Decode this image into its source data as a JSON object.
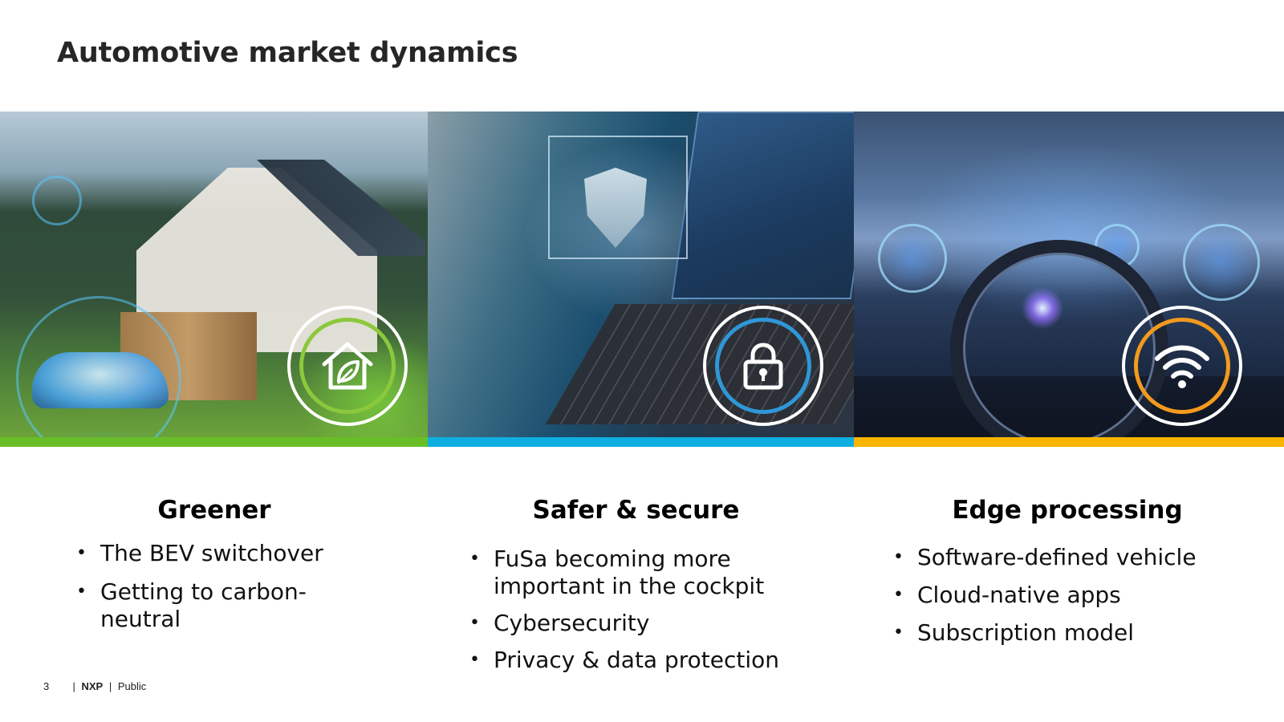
{
  "slide": {
    "title": "Automotive market dynamics",
    "page_number": "3",
    "footer_sep": "|",
    "footer_brand": "NXP",
    "footer_class": "Public"
  },
  "colors": {
    "green": "#69be28",
    "blue": "#0eafe0",
    "orange": "#f9b500"
  },
  "columns": [
    {
      "title": "Greener",
      "icon": "house-leaf-icon",
      "bullets": [
        "The BEV switchover",
        "Getting to carbon-neutral"
      ]
    },
    {
      "title": "Safer & secure",
      "icon": "padlock-icon",
      "bullets": [
        "FuSa becoming more important in the cockpit",
        "Cybersecurity",
        "Privacy & data protection"
      ]
    },
    {
      "title": "Edge processing",
      "icon": "wifi-icon",
      "bullets": [
        "Software-defined vehicle",
        "Cloud-native apps",
        "Subscription model"
      ]
    }
  ]
}
